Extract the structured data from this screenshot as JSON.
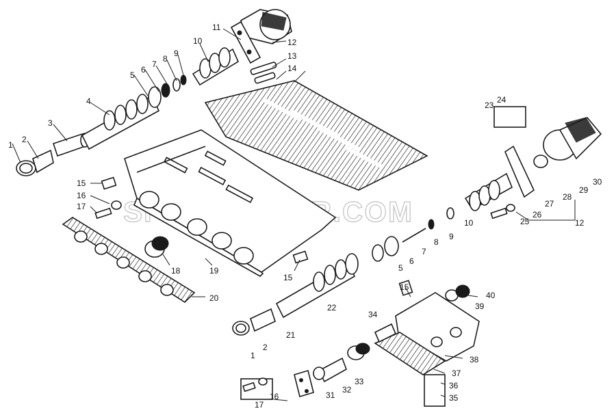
{
  "watermark": "SPECSERVER.COM",
  "callouts": [
    {
      "id": "c1a",
      "text": "1"
    },
    {
      "id": "c2a",
      "text": "2"
    },
    {
      "id": "c3",
      "text": "3"
    },
    {
      "id": "c4",
      "text": "4"
    },
    {
      "id": "c5a",
      "text": "5"
    },
    {
      "id": "c6a",
      "text": "6"
    },
    {
      "id": "c7a",
      "text": "7"
    },
    {
      "id": "c8a",
      "text": "8"
    },
    {
      "id": "c9a",
      "text": "9"
    },
    {
      "id": "c10a",
      "text": "10"
    },
    {
      "id": "c11",
      "text": "11"
    },
    {
      "id": "c12a",
      "text": "12"
    },
    {
      "id": "c13",
      "text": "13"
    },
    {
      "id": "c14",
      "text": "14"
    },
    {
      "id": "c15a",
      "text": "15"
    },
    {
      "id": "c16a",
      "text": "16"
    },
    {
      "id": "c17a",
      "text": "17"
    },
    {
      "id": "c18",
      "text": "18"
    },
    {
      "id": "c19",
      "text": "19"
    },
    {
      "id": "c20",
      "text": "20"
    },
    {
      "id": "c15b",
      "text": "15"
    },
    {
      "id": "c23",
      "text": "23"
    },
    {
      "id": "c24",
      "text": "24"
    },
    {
      "id": "c30",
      "text": "30"
    },
    {
      "id": "c29",
      "text": "29"
    },
    {
      "id": "c28",
      "text": "28"
    },
    {
      "id": "c27",
      "text": "27"
    },
    {
      "id": "c26",
      "text": "26"
    },
    {
      "id": "c25",
      "text": "25"
    },
    {
      "id": "c10b",
      "text": "10"
    },
    {
      "id": "c12b",
      "text": "12"
    },
    {
      "id": "c9b",
      "text": "9"
    },
    {
      "id": "c8b",
      "text": "8"
    },
    {
      "id": "c7b",
      "text": "7"
    },
    {
      "id": "c6b",
      "text": "6"
    },
    {
      "id": "c5b",
      "text": "5"
    },
    {
      "id": "c22",
      "text": "22"
    },
    {
      "id": "c21",
      "text": "21"
    },
    {
      "id": "c2b",
      "text": "2"
    },
    {
      "id": "c1b",
      "text": "1"
    },
    {
      "id": "c15c",
      "text": "15"
    },
    {
      "id": "c40",
      "text": "40"
    },
    {
      "id": "c39",
      "text": "39"
    },
    {
      "id": "c34",
      "text": "34"
    },
    {
      "id": "c38",
      "text": "38"
    },
    {
      "id": "c37",
      "text": "37"
    },
    {
      "id": "c36",
      "text": "36"
    },
    {
      "id": "c35",
      "text": "35"
    },
    {
      "id": "c33",
      "text": "33"
    },
    {
      "id": "c32",
      "text": "32"
    },
    {
      "id": "c31",
      "text": "31"
    },
    {
      "id": "c16b",
      "text": "16"
    },
    {
      "id": "c17b",
      "text": "17"
    }
  ]
}
